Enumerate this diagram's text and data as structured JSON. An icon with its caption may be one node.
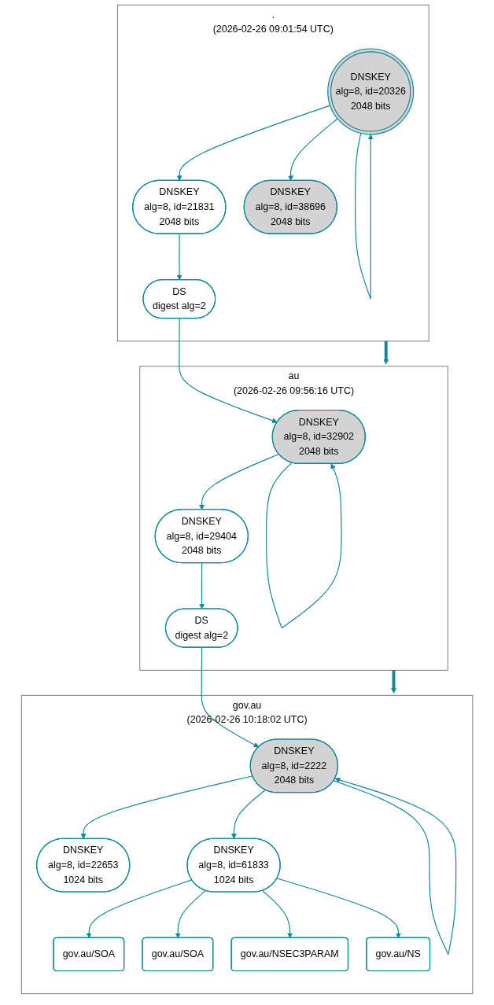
{
  "diagram": {
    "nodes": [
      {
        "text": [
          ".",
          "(2026-02-26 09:01:54 UTC)"
        ]
      },
      {
        "text": [
          "DNSKEY",
          "alg=8, id=20326",
          "2048 bits"
        ],
        "in": 0
      },
      {
        "text": [
          "DNSKEY",
          "alg=8, id=21831",
          "2048 bits"
        ],
        "in": 0
      },
      {
        "text": [
          "DNSKEY",
          "alg=8, id=38696",
          "2048 bits"
        ],
        "in": 0
      },
      {
        "text": [
          "DS",
          "digest alg=2"
        ],
        "in": 0
      },
      {
        "text": [
          "au",
          "(2026-02-26 09:56:16 UTC)"
        ]
      },
      {
        "text": [
          "DNSKEY",
          "alg=8, id=32902",
          "2048 bits"
        ],
        "in": 5
      },
      {
        "text": [
          "DNSKEY",
          "alg=8, id=29404",
          "2048 bits"
        ],
        "in": 5
      },
      {
        "text": [
          "DS",
          "digest alg=2"
        ],
        "in": 5
      },
      {
        "text": [
          "gov.au",
          "(2026-02-26 10:18:02 UTC)"
        ]
      },
      {
        "text": [
          "DNSKEY",
          "alg=8, id=2222",
          "2048 bits"
        ],
        "in": 9
      },
      {
        "text": [
          "DNSKEY",
          "alg=8, id=22653",
          "1024 bits"
        ],
        "in": 9
      },
      {
        "text": [
          "DNSKEY",
          "alg=8, id=61833",
          "1024 bits"
        ],
        "in": 9
      },
      {
        "text": [
          "gov.au/SOA"
        ],
        "in": 9
      },
      {
        "text": [
          "gov.au/SOA"
        ],
        "in": 9
      },
      {
        "text": [
          "gov.au/NSEC3PARAM"
        ],
        "in": 9
      },
      {
        "text": [
          "gov.au/NS"
        ],
        "in": 9
      }
    ],
    "edges": [
      {
        "from": 1,
        "to": 1,
        "arrow": "to"
      },
      {
        "from": 1,
        "to": 2,
        "arrow": "to"
      },
      {
        "from": 1,
        "to": 3,
        "arrow": "to"
      },
      {
        "from": 2,
        "to": 4,
        "arrow": "to"
      },
      {
        "from": 0,
        "to": 5,
        "arrow": "to",
        "style": "thick"
      },
      {
        "from": 4,
        "to": 6,
        "arrow": "to"
      },
      {
        "from": 6,
        "to": 6,
        "arrow": "to"
      },
      {
        "from": 6,
        "to": 7,
        "arrow": "to"
      },
      {
        "from": 7,
        "to": 8,
        "arrow": "to"
      },
      {
        "from": 5,
        "to": 9,
        "arrow": "to",
        "style": "thick"
      },
      {
        "from": 8,
        "to": 10,
        "arrow": "to"
      },
      {
        "from": 10,
        "to": 10,
        "arrow": "to"
      },
      {
        "from": 10,
        "to": 11,
        "arrow": "to"
      },
      {
        "from": 10,
        "to": 12,
        "arrow": "to"
      },
      {
        "from": 12,
        "to": 13,
        "arrow": "to"
      },
      {
        "from": 12,
        "to": 14,
        "arrow": "to"
      },
      {
        "from": 12,
        "to": 15,
        "arrow": "to"
      },
      {
        "from": 12,
        "to": 16,
        "arrow": "to"
      }
    ]
  }
}
